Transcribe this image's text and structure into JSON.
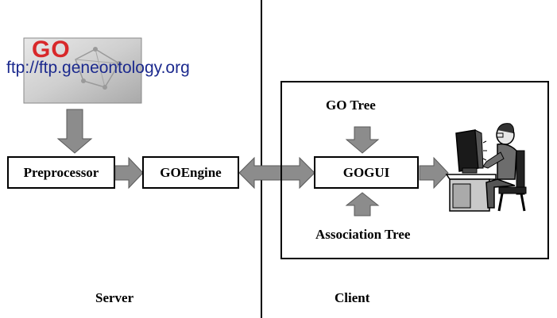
{
  "source": {
    "logo_text": "GO",
    "url": "ftp://ftp.geneontology.org"
  },
  "boxes": {
    "preprocessor": "Preprocessor",
    "goengine": "GOEngine",
    "gogui": "GOGUI"
  },
  "inputs": {
    "go_tree": "GO Tree",
    "association_tree": "Association Tree"
  },
  "sides": {
    "server": "Server",
    "client": "Client"
  },
  "icons": [
    "go-logo-icon",
    "user-at-computer-icon"
  ]
}
